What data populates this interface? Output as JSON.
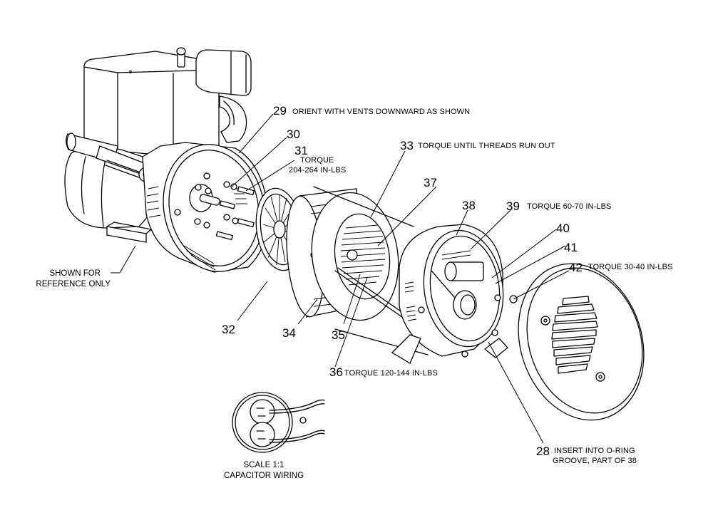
{
  "diagram": {
    "type": "exploded-parts-view",
    "subject": "generator alternator assembly",
    "callouts": [
      {
        "id": "29",
        "number": "29",
        "note": "ORIENT WITH VENTS DOWNWARD AS SHOWN"
      },
      {
        "id": "30",
        "number": "30",
        "note": ""
      },
      {
        "id": "31",
        "number": "31",
        "note_line1": "TORQUE",
        "note_line2": "204-264 IN-LBS"
      },
      {
        "id": "33",
        "number": "33",
        "note": "TORQUE UNTIL THREADS RUN OUT"
      },
      {
        "id": "37",
        "number": "37",
        "note": ""
      },
      {
        "id": "38",
        "number": "38",
        "note": ""
      },
      {
        "id": "39",
        "number": "39",
        "note": "TORQUE 60-70 IN-LBS"
      },
      {
        "id": "40",
        "number": "40",
        "note": ""
      },
      {
        "id": "41",
        "number": "41",
        "note": ""
      },
      {
        "id": "42",
        "number": "42",
        "note": "TORQUE 30-40 IN-LBS"
      },
      {
        "id": "32",
        "number": "32",
        "note": ""
      },
      {
        "id": "34",
        "number": "34",
        "note": ""
      },
      {
        "id": "35",
        "number": "35",
        "note": ""
      },
      {
        "id": "36",
        "number": "36",
        "note": "TORQUE 120-144 IN-LBS"
      },
      {
        "id": "28",
        "number": "28",
        "note_line1": "INSERT INTO O-RING",
        "note_line2": "GROOVE, PART OF 38"
      }
    ],
    "reference_note": {
      "line1": "SHOWN FOR",
      "line2": "REFERENCE ONLY"
    },
    "capacitor_detail": {
      "line1": "SCALE 1:1",
      "line2": "CAPACITOR WIRING",
      "marker": "1"
    }
  }
}
